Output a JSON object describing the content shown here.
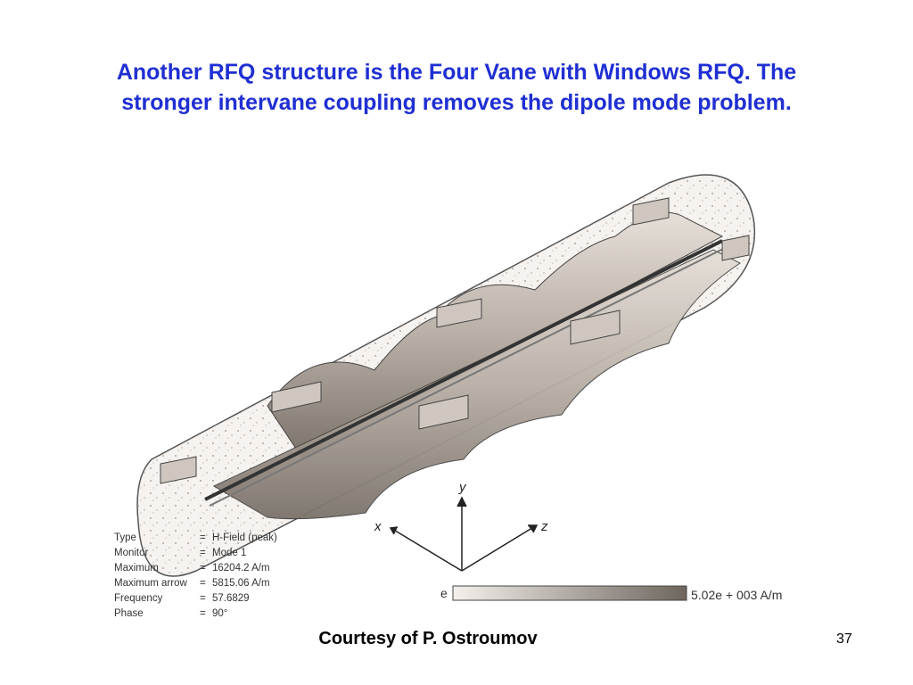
{
  "slide": {
    "title_lines": [
      "Another RFQ structure is the Four Vane with Windows RFQ. The",
      "stronger intervane coupling removes the dipole mode problem."
    ],
    "credit": "Courtesy of P. Ostroumov",
    "page_number": "37"
  },
  "figure": {
    "params": [
      {
        "key": "Type",
        "eq": "=",
        "value": "H-Field (peak)"
      },
      {
        "key": "Monitor",
        "eq": "=",
        "value": "Mode 1"
      },
      {
        "key": "Maximum",
        "eq": "=",
        "value": "16204.2 A/m"
      },
      {
        "key": "Maximum arrow",
        "eq": "=",
        "value": "5815.06 A/m"
      },
      {
        "key": "Frequency",
        "eq": "=",
        "value": "57.6829"
      },
      {
        "key": "Phase",
        "eq": "=",
        "value": "90°"
      }
    ],
    "axes": {
      "x": "x",
      "y": "y",
      "z": "z"
    },
    "colorbar": {
      "min_label": "e",
      "max_label": "5.02e + 003 A/m"
    }
  }
}
